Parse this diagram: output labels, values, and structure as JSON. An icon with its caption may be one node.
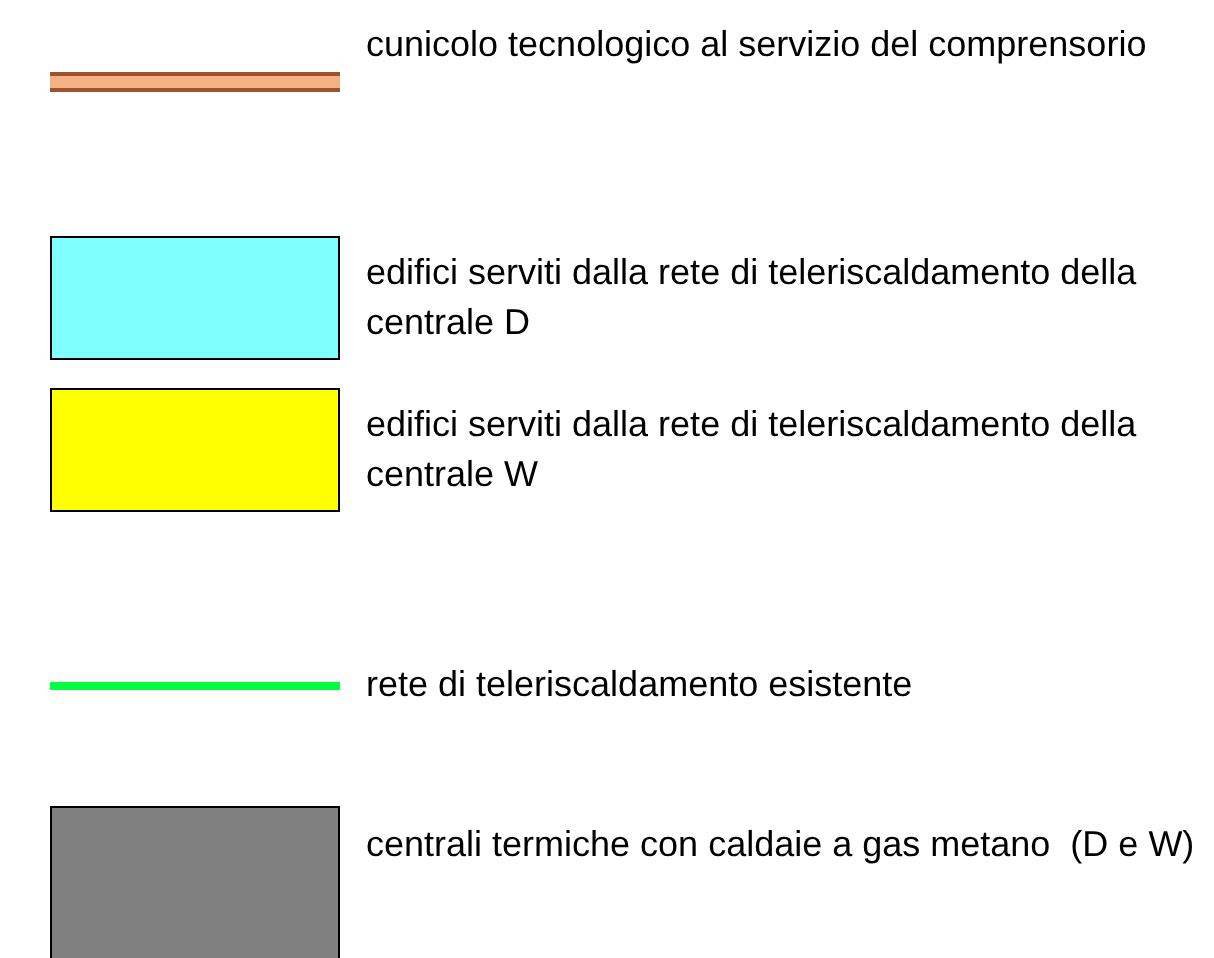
{
  "diagram": {
    "legend": [
      {
        "text": "cunicolo tecnologico al servizio del comprensorio"
      },
      {
        "text": "edifici serviti dalla rete di teleriscaldamento della centrale D",
        "color": "#80ffff"
      },
      {
        "text": "edifici serviti dalla rete di teleriscaldamento della centrale W",
        "color": "#ffff00"
      },
      {
        "text": "rete di teleriscaldamento esistente"
      },
      {
        "text": "centrali termiche con caldaie a gas metano  (D e W)",
        "color": "#808080"
      }
    ]
  }
}
